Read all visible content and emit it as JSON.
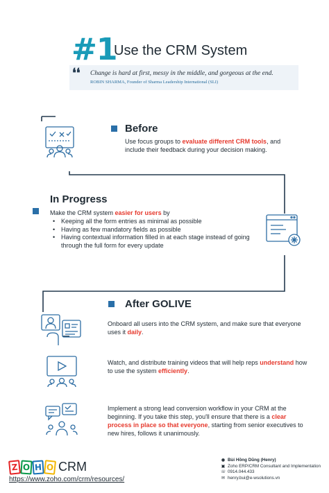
{
  "header": {
    "number": "#1",
    "title": "Use the CRM System",
    "quote": "Change is hard at first, messy in the middle, and gorgeous at the end.",
    "quote_author": "ROBIN SHARMA, Founder of Sharma Leadership International (SLI)"
  },
  "before": {
    "heading": "Before",
    "text_1": "Use focus groups to ",
    "highlight_1": "evaluate different CRM tools",
    "text_2": ", and include their feedback during your decision making."
  },
  "in_progress": {
    "heading": "In Progress",
    "intro_1": "Make the CRM system ",
    "intro_highlight": "easier for users",
    "intro_2": " by",
    "items": [
      "Keeping all the form entries as minimal as possible",
      "Having as few mandatory fields as possible",
      "Having contextual information filled in at each stage instead of going through the full form for every update"
    ]
  },
  "after_golive": {
    "heading": "After GOLIVE",
    "p1_text": "Onboard all users into the CRM system, and make sure that everyone uses it ",
    "p1_highlight": "daily",
    "p1_end": ".",
    "p2_text_1": "Watch, and distribute training videos that will help reps ",
    "p2_highlight_1": "understand",
    "p2_text_2": " how to use the system ",
    "p2_highlight_2": "efficiently",
    "p2_end": ".",
    "p3_text_1": "Implement a strong lead conversion workflow in your CRM at the beginning. If you take this step, you'll ensure that there is a ",
    "p3_highlight": "clear process in place so that everyone",
    "p3_text_2": ", starting from senior executives to new hires, follows it unanimously."
  },
  "footer": {
    "logo_letters": [
      "Z",
      "O",
      "H",
      "O"
    ],
    "logo_word": "CRM",
    "url": "https://www.zoho.com/crm/resources/",
    "contact_name": "Bùi Hồng Dũng (Henry)",
    "contact_role": "Zoho ERP/CRM Consultant and Implementation",
    "contact_phone": "0914.044.433",
    "contact_email": "henry.bui@e-wsolutions.vn"
  },
  "icons": {
    "before": "checklist-people-icon",
    "in_progress": "browser-settings-icon",
    "golive_1": "user-onboarding-icon",
    "golive_2": "video-training-icon",
    "golive_3": "workflow-chat-icon"
  },
  "colors": {
    "accent_teal": "#1a9bb8",
    "navy": "#243a4f",
    "highlight_red": "#e63a2e",
    "bullet_blue": "#2a6fa8",
    "icon_blue": "#2d6da3",
    "logo_red": "#e42527",
    "logo_green": "#089949",
    "logo_blue": "#1a73b8",
    "logo_yellow": "#f2b705"
  }
}
